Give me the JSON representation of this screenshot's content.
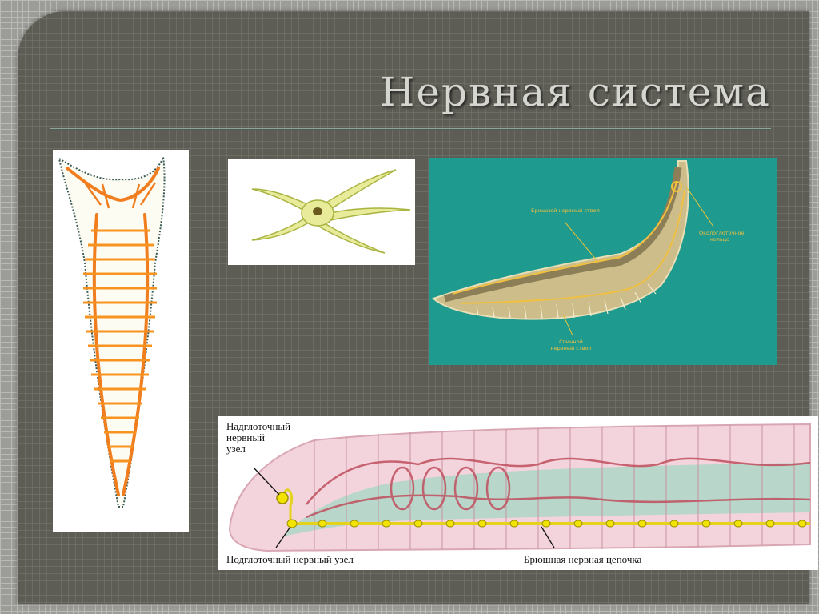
{
  "slide": {
    "title": "Нервная система"
  },
  "figure_nematode": {
    "label_ventral": "Брюшной нервный ствол",
    "label_ring": "Окологлоточное кольцо",
    "label_dorsal": "Спинной нервный ствол"
  },
  "figure_earthworm": {
    "label_supra_1": "Надглоточный",
    "label_supra_2": "нервный",
    "label_supra_3": "узел",
    "label_sub": "Подглоточный нервный узел",
    "label_chain": "Брюшная нервная цепочка"
  }
}
